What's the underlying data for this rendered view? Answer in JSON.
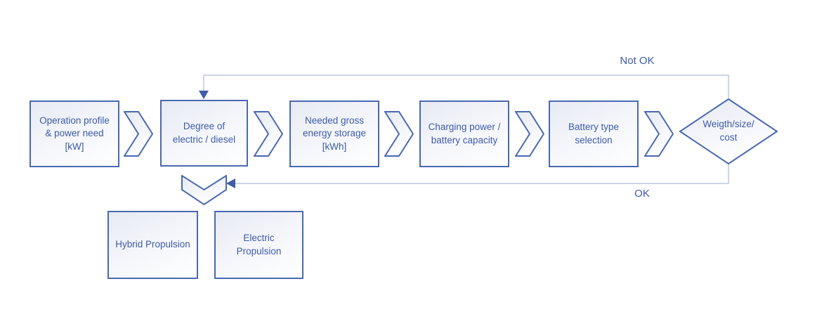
{
  "diagram": {
    "type": "flowchart",
    "process_steps": [
      {
        "id": "operation-profile",
        "label": "Operation profile & power need [kW]"
      },
      {
        "id": "degree-electric-diesel",
        "label": "Degree of electric / diesel"
      },
      {
        "id": "needed-gross-energy",
        "label": "Needed gross energy storage [kWh]"
      },
      {
        "id": "charging-power-capacity",
        "label": "Charging power / battery capacity"
      },
      {
        "id": "battery-type-selection",
        "label": "Battery type selection"
      }
    ],
    "decision": {
      "id": "weight-size-cost",
      "line1": "Weigth/size/",
      "line2": "cost"
    },
    "outcomes": [
      {
        "id": "hybrid-propulsion",
        "label": "Hybrid Propulsion"
      },
      {
        "id": "electric-propulsion",
        "label": "Electric Propulsion"
      }
    ],
    "edge_labels": {
      "not_ok": "Not OK",
      "ok": "OK"
    },
    "colors": {
      "shape_border": "#4a69b2",
      "shape_text": "#3d5ba8",
      "connector_line": "#ccd5ea",
      "arrowhead": "#3f5ca8",
      "fill_gradient_start": "#e7eaf2",
      "fill_gradient_end": "#ffffff"
    }
  }
}
